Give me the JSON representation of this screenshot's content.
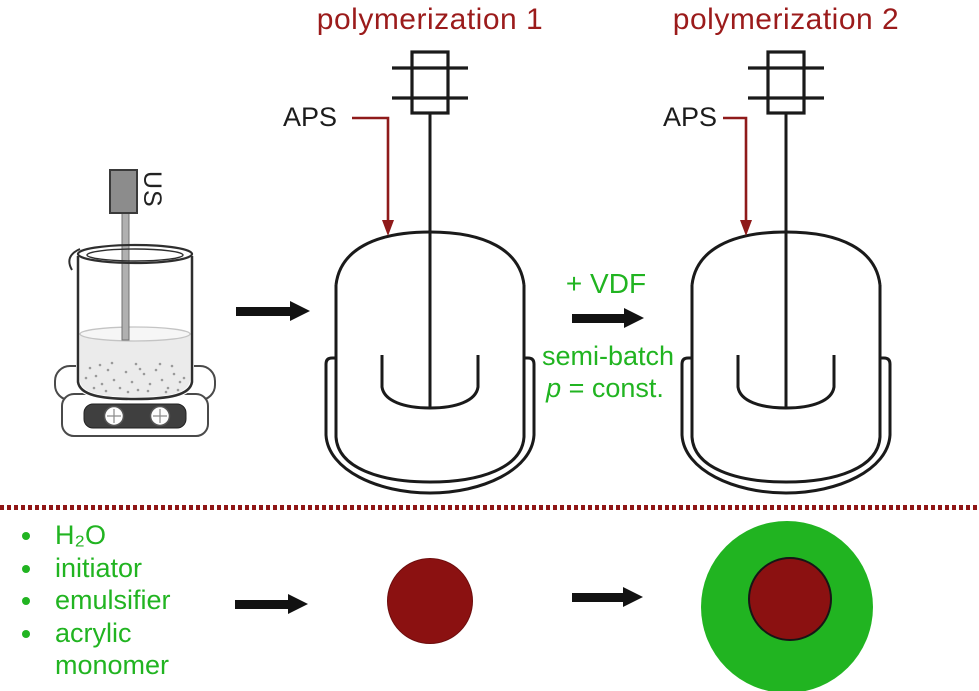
{
  "figure": {
    "type": "process-scheme",
    "description_visible_only": true
  },
  "colors": {
    "accent_dark_red": "#9b1b1b",
    "seed_red": "#8b1111",
    "green": "#21b421",
    "line_black": "#1a1a1a"
  },
  "sonication": {
    "probe_label": "US"
  },
  "stage1": {
    "title": "polymerization 1",
    "aps_label": "APS"
  },
  "stage2": {
    "title": "polymerization 2",
    "aps_label": "APS"
  },
  "transition": {
    "feed_label": "+ VDF",
    "mode_label": "semi-batch",
    "pressure_italic": "p",
    "pressure_rest": " = const."
  },
  "ingredients": {
    "items": [
      {
        "label": "H₂O",
        "bullet": true
      },
      {
        "label": "initiator",
        "bullet": true
      },
      {
        "label": "emulsifier",
        "bullet": true
      },
      {
        "label": "acrylic",
        "bullet": true
      },
      {
        "label": "monomer",
        "bullet": false
      }
    ]
  }
}
